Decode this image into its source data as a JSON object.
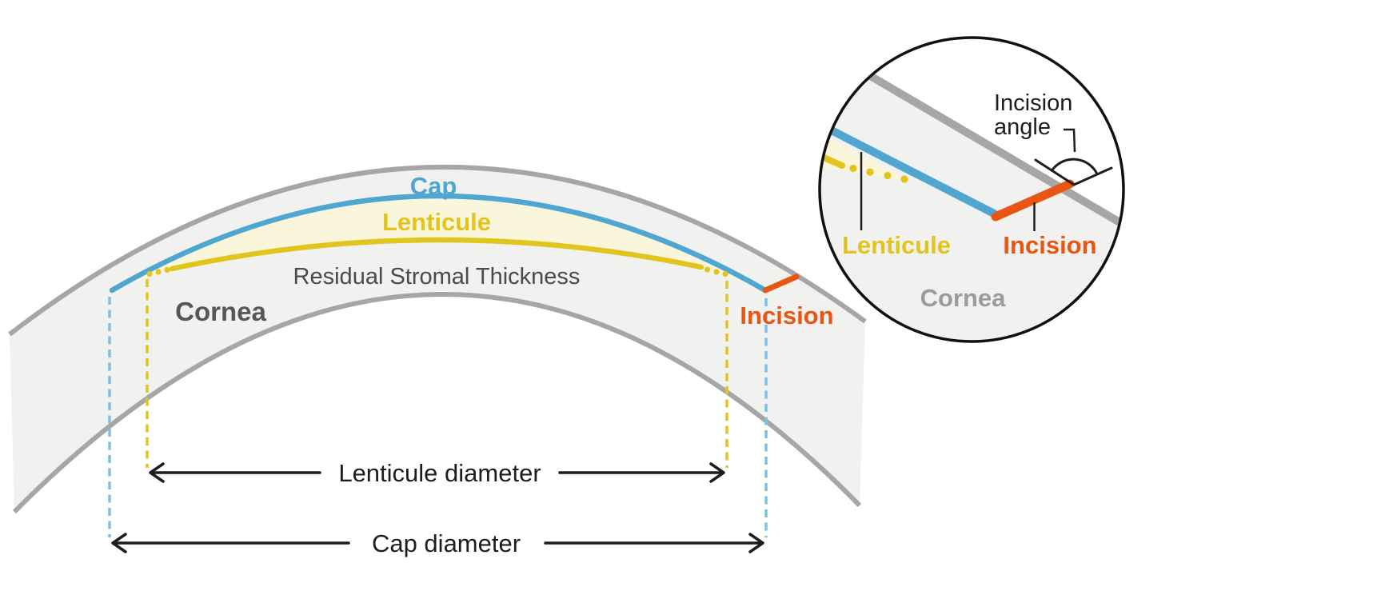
{
  "colors": {
    "blue": "#4fa6d0",
    "blue_dash": "#7fc0de",
    "yellow": "#e2c41f",
    "lenticule_fill": "#faf6dc",
    "orange": "#e95512",
    "gray_line": "#a6a6a6",
    "cornea_fill": "#f1f1ef",
    "residual_text": "#4a4a4d",
    "cornea_text_dark": "#57575a",
    "cornea_text_light": "#9b9b9b",
    "black": "#1d1d1d"
  },
  "main": {
    "cap_label": "Cap",
    "lenticule_label": "Lenticule",
    "residual_label": "Residual Stromal Thickness",
    "cornea_label": "Cornea",
    "incision_label": "Incision",
    "lenticule_diameter_label": "Lenticule diameter",
    "cap_diameter_label": "Cap diameter"
  },
  "inset": {
    "incision_angle_line1": "Incision",
    "incision_angle_line2": "angle",
    "lenticule_label": "Lenticule",
    "incision_label": "Incision",
    "cornea_label": "Cornea"
  }
}
